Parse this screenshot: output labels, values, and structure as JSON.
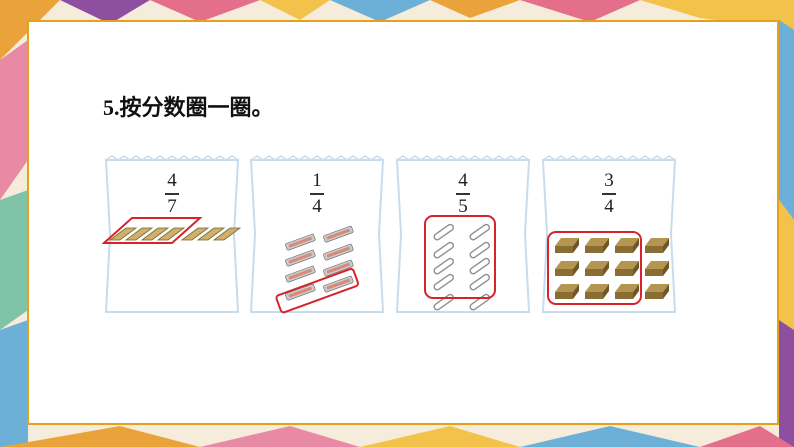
{
  "exercise": {
    "number": "5.",
    "instruction": "按分数圈一圈。"
  },
  "colors": {
    "slide_border": "#e3a21a",
    "circle": "#d6242a",
    "card_edge": "#cfe0ee",
    "ruler": "#cdb16a",
    "pencil_box": "#b9784f",
    "eraser": "#8a6d33"
  },
  "cards": [
    {
      "numerator": "4",
      "denominator": "7",
      "object": "ruler-icon",
      "total": 7,
      "circled": 4
    },
    {
      "numerator": "1",
      "denominator": "4",
      "object": "pencil-box-icon",
      "total": 8,
      "circled": 2
    },
    {
      "numerator": "4",
      "denominator": "5",
      "object": "paper-clip-icon",
      "total": 10,
      "circled": 8
    },
    {
      "numerator": "3",
      "denominator": "4",
      "object": "eraser-icon",
      "total": 12,
      "circled": 9
    }
  ]
}
